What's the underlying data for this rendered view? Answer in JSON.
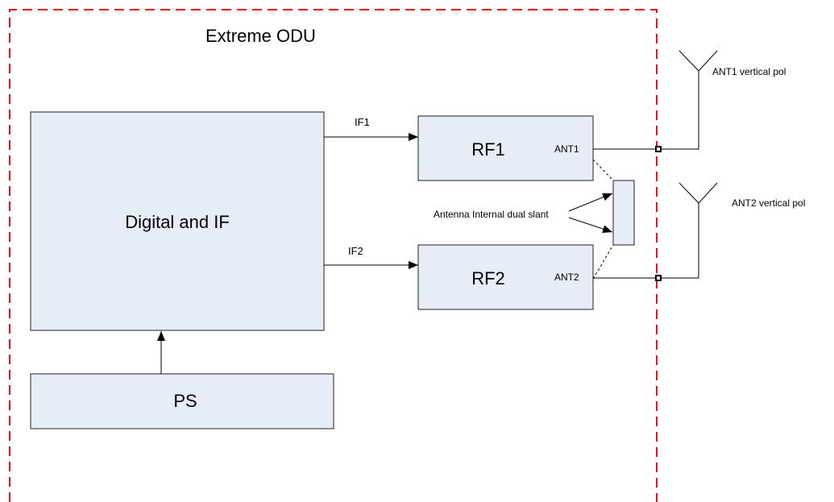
{
  "diagram": {
    "title": "Extreme ODU",
    "blocks": {
      "digital_if": "Digital and IF",
      "ps": "PS",
      "rf1": "RF1",
      "rf2": "RF2"
    },
    "ports": {
      "rf1_ant": "ANT1",
      "rf2_ant": "ANT2"
    },
    "links": {
      "if1": "IF1",
      "if2": "IF2"
    },
    "internal_antenna_label": "Antenna Internal dual slant",
    "antennas": {
      "ant1": "ANT1   vertical pol",
      "ant2": "ANT2 vertical  pol"
    },
    "colors": {
      "block_fill": "#e7edf7",
      "boundary": "#e8141b",
      "lines": "#000000"
    }
  }
}
